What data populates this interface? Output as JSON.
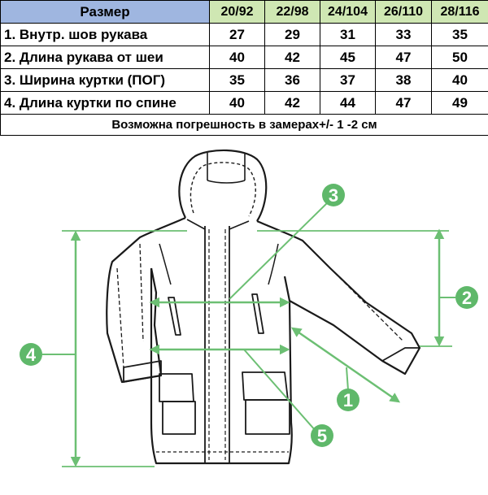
{
  "table": {
    "header_label": "Размер",
    "sizes": [
      "20/92",
      "22/98",
      "24/104",
      "26/110",
      "28/116"
    ],
    "rows": [
      {
        "label": "1. Внутр. шов рукава",
        "values": [
          "27",
          "29",
          "31",
          "33",
          "35"
        ]
      },
      {
        "label": "2. Длина рукава от шеи",
        "values": [
          "40",
          "42",
          "45",
          "47",
          "50"
        ]
      },
      {
        "label": "3. Ширина куртки (ПОГ)",
        "values": [
          "35",
          "36",
          "37",
          "38",
          "40"
        ]
      },
      {
        "label": "4. Длина куртки по спине",
        "values": [
          "40",
          "42",
          "44",
          "47",
          "49"
        ]
      }
    ],
    "note": "Возможна погрешность в замерах+/- 1 -2 см"
  },
  "diagram": {
    "markers": [
      "1",
      "2",
      "3",
      "4",
      "5"
    ],
    "colors": {
      "measure": "#6cbf73",
      "marker_fill": "#5fb86a",
      "outline": "#1a1a1a"
    }
  }
}
